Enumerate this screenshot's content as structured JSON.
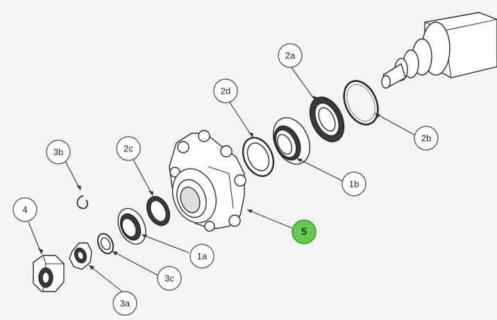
{
  "callouts": [
    {
      "id": "4",
      "label": "4",
      "highlight": false
    },
    {
      "id": "3b",
      "label": "3b",
      "highlight": false
    },
    {
      "id": "2c",
      "label": "2c",
      "highlight": false
    },
    {
      "id": "3a",
      "label": "3a",
      "highlight": false
    },
    {
      "id": "3c",
      "label": "3c",
      "highlight": false
    },
    {
      "id": "1a",
      "label": "1a",
      "highlight": false
    },
    {
      "id": "2d",
      "label": "2d",
      "highlight": false
    },
    {
      "id": "5",
      "label": "5",
      "highlight": true
    },
    {
      "id": "1b",
      "label": "1b",
      "highlight": false
    },
    {
      "id": "2a",
      "label": "2a",
      "highlight": false
    },
    {
      "id": "2b",
      "label": "2b",
      "highlight": false
    }
  ],
  "colors": {
    "highlight": "#63c94f",
    "ink": "#2a2a2a",
    "background": "#f4f4f2"
  }
}
